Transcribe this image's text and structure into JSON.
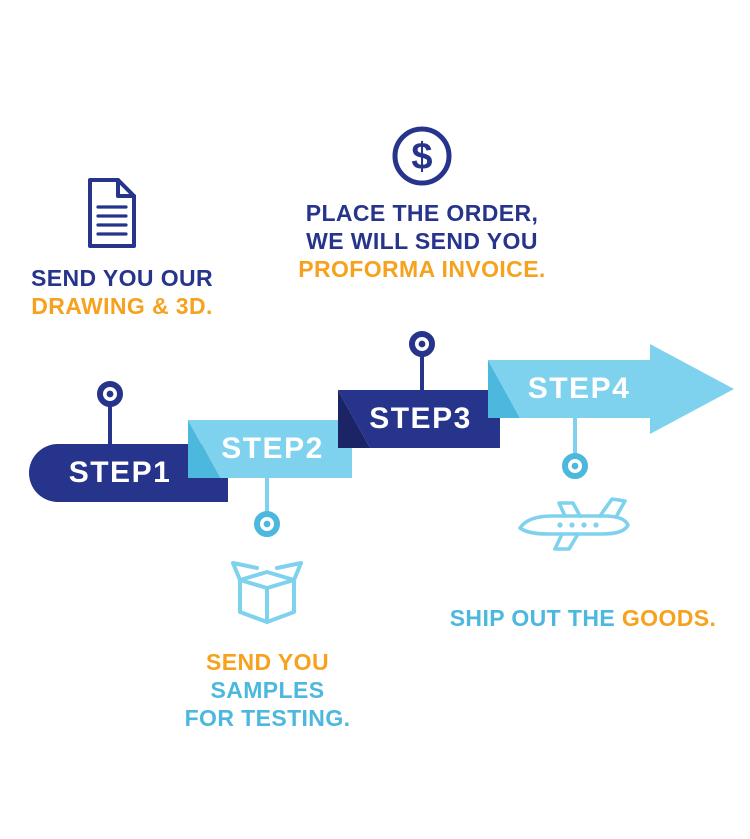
{
  "colors": {
    "navy": "#27348B",
    "navy_dark": "#1B2464",
    "cyan": "#7FD2EE",
    "cyan_dark": "#4DB8DE",
    "orange": "#F6A21E",
    "white": "#FFFFFF",
    "background": "#FFFFFF"
  },
  "icons": {
    "dollar_glyph": "$",
    "step1_icon": "document-icon",
    "step2_icon": "package-box-icon",
    "step3_icon": "dollar-coin-icon",
    "step4_icon": "airplane-icon"
  },
  "steps": [
    {
      "label": "STEP1",
      "band_color": "navy",
      "caption": [
        [
          {
            "text": "SEND YOU OUR",
            "color": "navy"
          }
        ],
        [
          {
            "text": "DRAWING & 3D.",
            "color": "orange"
          }
        ]
      ]
    },
    {
      "label": "STEP2",
      "band_color": "cyan",
      "caption": [
        [
          {
            "text": "SEND YOU ",
            "color": "orange"
          },
          {
            "text": "SAMPLES",
            "color": "cyan_dark"
          }
        ],
        [
          {
            "text": "FOR TESTING.",
            "color": "cyan_dark"
          }
        ]
      ]
    },
    {
      "label": "STEP3",
      "band_color": "navy",
      "caption": [
        [
          {
            "text": "PLACE THE ORDER,",
            "color": "navy"
          }
        ],
        [
          {
            "text": "WE WILL SEND YOU",
            "color": "navy"
          }
        ],
        [
          {
            "text": "PROFORMA INVOICE.",
            "color": "orange"
          }
        ]
      ]
    },
    {
      "label": "STEP4",
      "band_color": "cyan",
      "caption": [
        [
          {
            "text": "SHIP OUT THE ",
            "color": "cyan_dark"
          },
          {
            "text": "GOODS.",
            "color": "orange"
          }
        ]
      ]
    }
  ]
}
